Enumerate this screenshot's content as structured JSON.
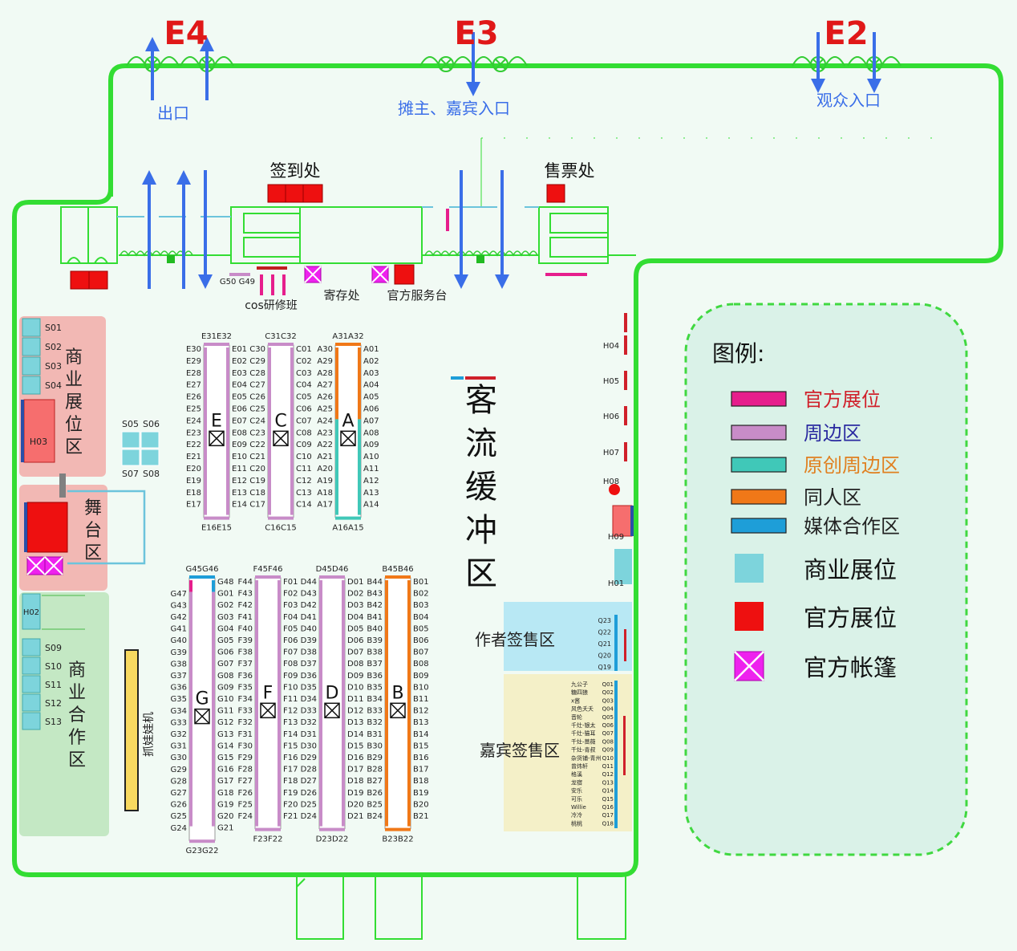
{
  "entrances": [
    {
      "id": "E4",
      "label": "出口"
    },
    {
      "id": "E3",
      "label": "摊主、嘉宾入口"
    },
    {
      "id": "E2",
      "label": "观众入口"
    }
  ],
  "desks": {
    "checkin": "签到处",
    "ticket": "售票处",
    "cos_class": "cos研修班",
    "storage": "寄存处",
    "service": "官方服务台",
    "g50g49": "G50 G49"
  },
  "buffer_zone": [
    "客",
    "流",
    "缓",
    "冲",
    "区"
  ],
  "zones": {
    "commercial_booth_zone": [
      "商",
      "业",
      "展",
      "位",
      "区"
    ],
    "stage_zone": [
      "舞",
      "台",
      "区"
    ],
    "commercial_coop_zone": [
      "商",
      "业",
      "合",
      "作",
      "区"
    ],
    "claw_machine": "抓娃娃机",
    "author_sign": "作者签售区",
    "guest_sign": "嘉宾签售区"
  },
  "s_booths": {
    "top": [
      "S01",
      "S02",
      "S03",
      "S04"
    ],
    "mid_top": [
      "S05",
      "S06"
    ],
    "mid_bottom": [
      "S07",
      "S08"
    ],
    "bottom": [
      "S09",
      "S10",
      "S11",
      "S12",
      "S13"
    ]
  },
  "h_booths": [
    "H04",
    "H05",
    "H06",
    "H07",
    "H08",
    "H09",
    "H01",
    "H03",
    "H02"
  ],
  "q_author": [
    "Q23",
    "Q22",
    "Q21",
    "Q20",
    "Q19"
  ],
  "q_guest": [
    {
      "name": "九公子",
      "code": "Q01"
    },
    {
      "name": "糖四狼",
      "code": "Q02"
    },
    {
      "name": "x酱",
      "code": "Q03"
    },
    {
      "name": "风色夭夭",
      "code": "Q04"
    },
    {
      "name": "音轮",
      "code": "Q05"
    },
    {
      "name": "千灶-银太",
      "code": "Q06"
    },
    {
      "name": "千灶-猫耳",
      "code": "Q07"
    },
    {
      "name": "千灶-蔷薇",
      "code": "Q08"
    },
    {
      "name": "千灶-青叔",
      "code": "Q09"
    },
    {
      "name": "杂货铺-青州",
      "code": "Q10"
    },
    {
      "name": "曾炜轩",
      "code": "Q11"
    },
    {
      "name": "格溪",
      "code": "Q12"
    },
    {
      "name": "龙宿",
      "code": "Q13"
    },
    {
      "name": "安乐",
      "code": "Q14"
    },
    {
      "name": "可乐",
      "code": "Q15"
    },
    {
      "name": "Willie",
      "code": "Q16"
    },
    {
      "name": "冷冷",
      "code": "Q17"
    },
    {
      "name": "桃桃",
      "code": "Q18"
    }
  ],
  "top_islands": [
    {
      "letter": "E",
      "top": "E31E32",
      "bottom": "E16E15",
      "left": [
        "E30",
        "E29",
        "E28",
        "E27",
        "E26",
        "E25",
        "E24",
        "E23",
        "E22",
        "E21",
        "E20",
        "E19",
        "E18",
        "E17"
      ],
      "right": [
        "E01",
        "E02",
        "E03",
        "E04",
        "E05",
        "E06",
        "E07",
        "E08",
        "E09",
        "E10",
        "E11",
        "E12",
        "E13",
        "E14"
      ]
    },
    {
      "letter": "C",
      "top": "C31C32",
      "bottom": "C16C15",
      "left": [
        "C30",
        "C29",
        "C28",
        "C27",
        "C26",
        "C25",
        "C24",
        "C23",
        "C22",
        "C21",
        "C20",
        "C19",
        "C18",
        "C17"
      ],
      "right": [
        "C01",
        "C02",
        "C03",
        "C04",
        "C05",
        "C06",
        "C07",
        "C08",
        "C09",
        "C10",
        "C11",
        "C12",
        "C13",
        "C14"
      ]
    },
    {
      "letter": "A",
      "top": "A31A32",
      "bottom": "A16A15",
      "left": [
        "A30",
        "A29",
        "A28",
        "A27",
        "A26",
        "A25",
        "A24",
        "A23",
        "A22",
        "A21",
        "A20",
        "A19",
        "A18",
        "A17"
      ],
      "right": [
        "A01",
        "A02",
        "A03",
        "A04",
        "A05",
        "A06",
        "A07",
        "A08",
        "A09",
        "A10",
        "A11",
        "A12",
        "A13",
        "A14"
      ]
    }
  ],
  "bottom_islands": [
    {
      "letter": "G",
      "top": "G45G46",
      "bottom": "G23G22",
      "left": [
        "G47",
        "G43",
        "G42",
        "G41",
        "G40",
        "G39",
        "G38",
        "G37",
        "G36",
        "G35",
        "G34",
        "G33",
        "G32",
        "G31",
        "G30",
        "G29",
        "G28",
        "G27",
        "G26",
        "G25",
        "G24"
      ],
      "right": [
        "G48",
        "G01",
        "G02",
        "G03",
        "G04",
        "G05",
        "G06",
        "G07",
        "G08",
        "G09",
        "G10",
        "G11",
        "G12",
        "G13",
        "G14",
        "G15",
        "G16",
        "G17",
        "G18",
        "G19",
        "G20",
        "G21"
      ]
    },
    {
      "letter": "F",
      "top": "F45F46",
      "bottom": "F23F22",
      "left": [
        "F44",
        "F43",
        "F42",
        "F41",
        "F40",
        "F39",
        "F38",
        "F37",
        "F36",
        "F35",
        "F34",
        "F33",
        "F32",
        "F31",
        "F30",
        "F29",
        "F28",
        "F27",
        "F26",
        "F25",
        "F24"
      ],
      "right": [
        "F01",
        "F02",
        "F03",
        "F04",
        "F05",
        "F06",
        "F07",
        "F08",
        "F09",
        "F10",
        "F11",
        "F12",
        "F13",
        "F14",
        "F15",
        "F16",
        "F17",
        "F18",
        "F19",
        "F20",
        "F21"
      ]
    },
    {
      "letter": "D",
      "top": "D45D46",
      "bottom": "D23D22",
      "left": [
        "D44",
        "D43",
        "D42",
        "D41",
        "D40",
        "D39",
        "D38",
        "D37",
        "D36",
        "D35",
        "D34",
        "D33",
        "D32",
        "D31",
        "D30",
        "D29",
        "D28",
        "D27",
        "D26",
        "D25",
        "D24"
      ],
      "right": [
        "D01",
        "D02",
        "D03",
        "D04",
        "D05",
        "D06",
        "D07",
        "D08",
        "D09",
        "D10",
        "D11",
        "D12",
        "D13",
        "D14",
        "D15",
        "D16",
        "D17",
        "D18",
        "D19",
        "D20",
        "D21"
      ]
    },
    {
      "letter": "B",
      "top": "B45B46",
      "bottom": "B23B22",
      "left": [
        "B44",
        "B43",
        "B42",
        "B41",
        "B40",
        "B39",
        "B38",
        "B37",
        "B36",
        "B35",
        "B34",
        "B33",
        "B32",
        "B31",
        "B30",
        "B29",
        "B28",
        "B27",
        "B26",
        "B25",
        "B24"
      ],
      "right": [
        "B01",
        "B02",
        "B03",
        "B04",
        "B05",
        "B06",
        "B07",
        "B08",
        "B09",
        "B10",
        "B11",
        "B12",
        "B13",
        "B14",
        "B15",
        "B16",
        "B17",
        "B18",
        "B19",
        "B20",
        "B21"
      ]
    }
  ],
  "legend": {
    "title": "图例:",
    "items": [
      {
        "label": "官方展位",
        "color": "#e61e8c",
        "text_color": "#d0202a",
        "kind": "bar"
      },
      {
        "label": "周边区",
        "color": "#c88cc8",
        "text_color": "#2a2aa0",
        "kind": "bar"
      },
      {
        "label": "原创周边区",
        "color": "#40c8b8",
        "text_color": "#e08020",
        "kind": "bar"
      },
      {
        "label": "同人区",
        "color": "#f07818",
        "text_color": "#222222",
        "kind": "bar"
      },
      {
        "label": "媒体合作区",
        "color": "#1e9ed8",
        "text_color": "#222222",
        "kind": "bar"
      },
      {
        "label": "商业展位",
        "color": "#7dd4dc",
        "text_color": "#111111",
        "kind": "square"
      },
      {
        "label": "官方展位",
        "color": "#ee1010",
        "text_color": "#111111",
        "kind": "square"
      },
      {
        "label": "官方帐篷",
        "color": "#ee22ee",
        "text_color": "#111111",
        "kind": "tent"
      }
    ]
  },
  "colors": {
    "wall": "#33dd33",
    "arrow": "#3a6ee8",
    "entrance_label": "#e01818",
    "official_red": "#ee1010",
    "commercial": "#7dd4dc",
    "pink_zone": "#f2b8b4",
    "green_zone": "#c4e8c4",
    "author_zone": "#b8e8f4",
    "guest_zone": "#f4f0c8",
    "claw": "#f8d860",
    "legend_bg": "#daf2e8"
  }
}
